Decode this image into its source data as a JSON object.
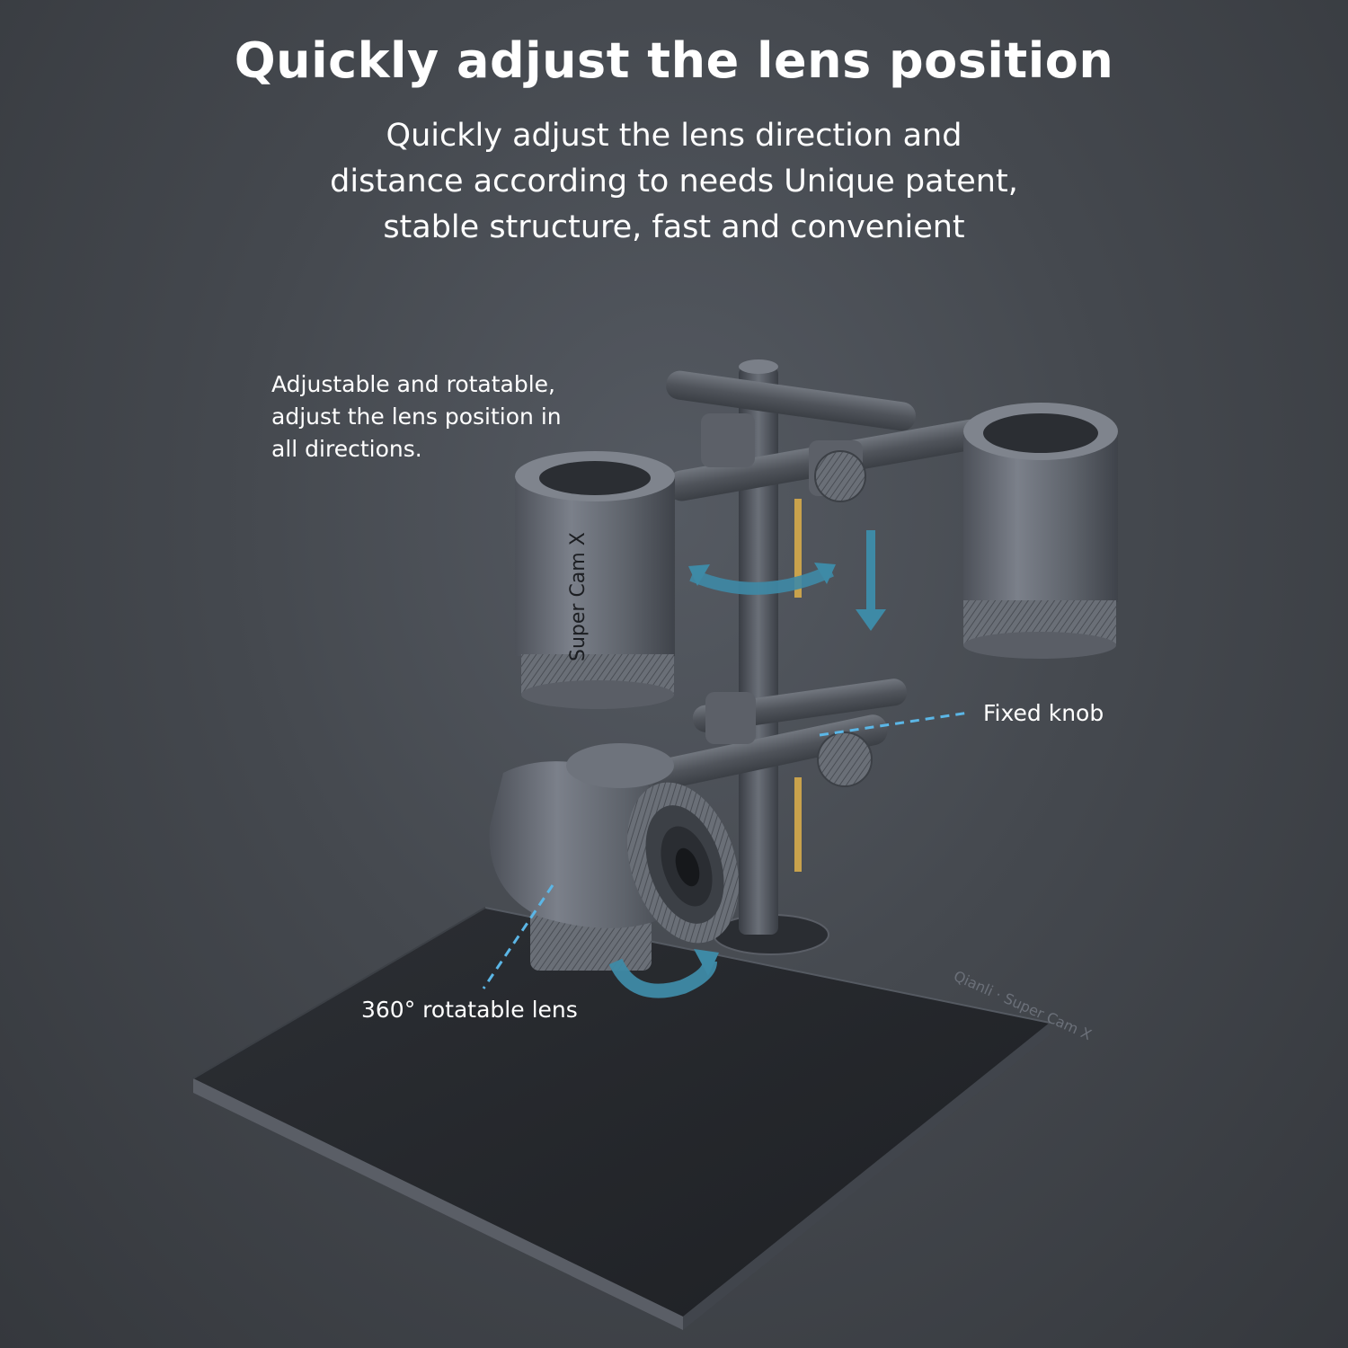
{
  "header": {
    "title": "Quickly adjust the lens position",
    "subtitle_lines": [
      "Quickly adjust the lens direction and",
      "distance according to needs Unique patent,",
      "stable structure, fast and convenient"
    ]
  },
  "callouts": {
    "adjustable_lines": [
      "Adjustable and rotatable,",
      "adjust the lens position in",
      "all directions."
    ],
    "fixed_knob": "Fixed knob",
    "rotatable_lens": "360° rotatable lens"
  },
  "product": {
    "brand": "Qianli",
    "model_label": "Super Cam X",
    "base_engraving": "Qianli · Super Cam X"
  },
  "colors": {
    "background": "#45494f",
    "text": "#ffffff",
    "accent_arrow": "#3e8aa6",
    "dashed_line": "#5bb6e6",
    "metal": "#6b7079",
    "brass": "#c9a24c"
  }
}
